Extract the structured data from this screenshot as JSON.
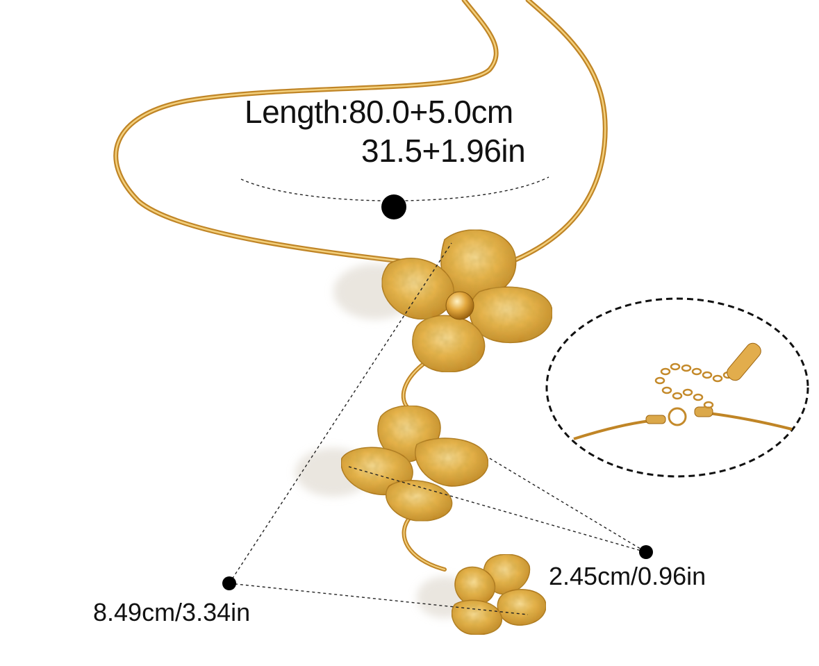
{
  "annotations": {
    "length_line1": "Length:80.0+5.0cm",
    "length_line2": "31.5+1.96in",
    "pendant_length": "8.49cm/3.34in",
    "flower_width": "2.45cm/0.96in"
  },
  "colors": {
    "gold_light": "#f6d27a",
    "gold_mid": "#e0a73c",
    "gold_dark": "#b77a17",
    "chain": "#c8902a",
    "marker": "#000000",
    "text": "#111111"
  }
}
